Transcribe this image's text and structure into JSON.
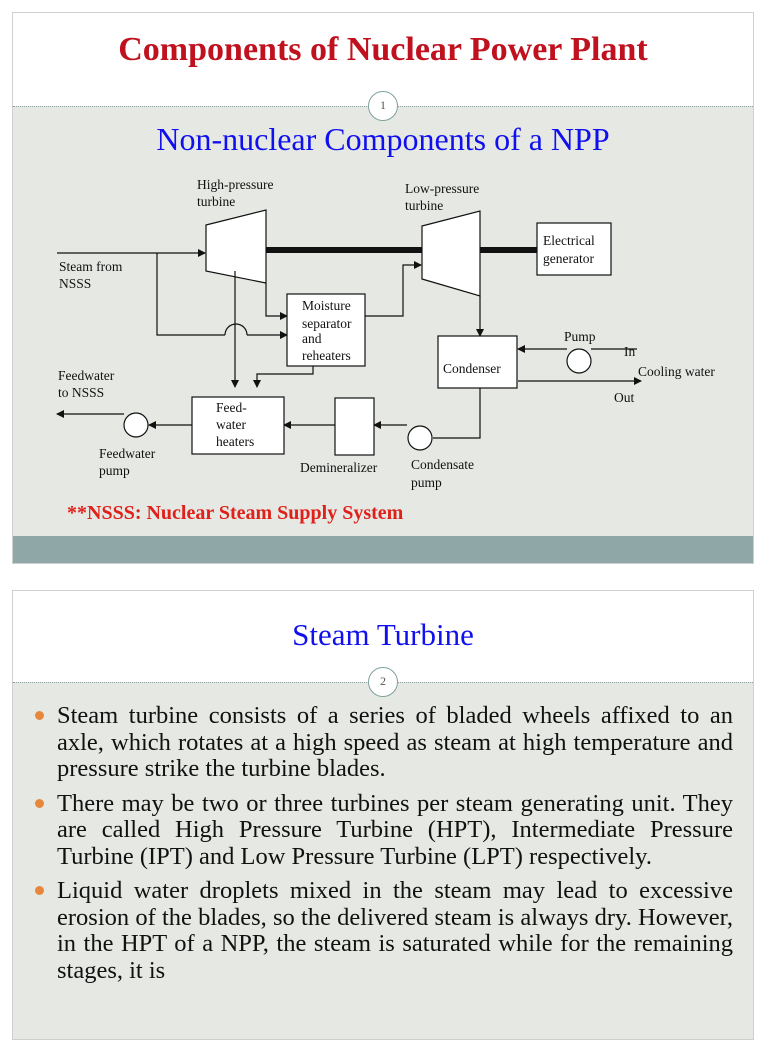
{
  "slide1": {
    "title": "Components of  Nuclear Power Plant",
    "number": "1",
    "subtitle": "Non-nuclear Components of a NPP",
    "footnote": "**NSSS: Nuclear Steam Supply System",
    "diagram": {
      "hp_turbine_l1": "High-pressure",
      "hp_turbine_l2": "turbine",
      "lp_turbine_l1": "Low-pressure",
      "lp_turbine_l2": "turbine",
      "generator_l1": "Electrical",
      "generator_l2": "generator",
      "steam_l1": "Steam from",
      "steam_l2": "NSSS",
      "moisture_l1": "Moisture",
      "moisture_l2": "separator",
      "moisture_l3": "and",
      "moisture_l4": "reheaters",
      "condenser": "Condenser",
      "pump": "Pump",
      "in": "In",
      "cooling_water": "Cooling water",
      "out": "Out",
      "feedwater_to_l1": "Feedwater",
      "feedwater_to_l2": "to NSSS",
      "heaters_l1": "Feed-",
      "heaters_l2": "water",
      "heaters_l3": "heaters",
      "fw_pump_l1": "Feedwater",
      "fw_pump_l2": "pump",
      "demineralizer": "Demineralizer",
      "cond_pump_l1": "Condensate",
      "cond_pump_l2": "pump"
    }
  },
  "slide2": {
    "title": "Steam Turbine",
    "number": "2",
    "bullets": [
      "Steam turbine consists of a series of bladed wheels affixed to an axle, which rotates at a high speed as steam at high temperature and pressure strike the turbine blades.",
      "There may be two or three turbines per steam generating unit. They are called High Pressure Turbine (HPT), Intermediate Pressure Turbine (IPT) and Low Pressure Turbine (LPT) respectively.",
      "Liquid water droplets mixed in the steam may lead to excessive erosion of the blades, so the delivered steam is always dry. However, in the HPT of a NPP, the steam is saturated while for the remaining stages, it is"
    ]
  },
  "colors": {
    "title_red": "#c0111f",
    "subtitle_blue": "#1010ee",
    "footnote_red": "#e0201a",
    "bullet_orange": "#e8873a",
    "slide_bg": "#e6e8e4",
    "footer_bar": "#8fa7a7"
  }
}
